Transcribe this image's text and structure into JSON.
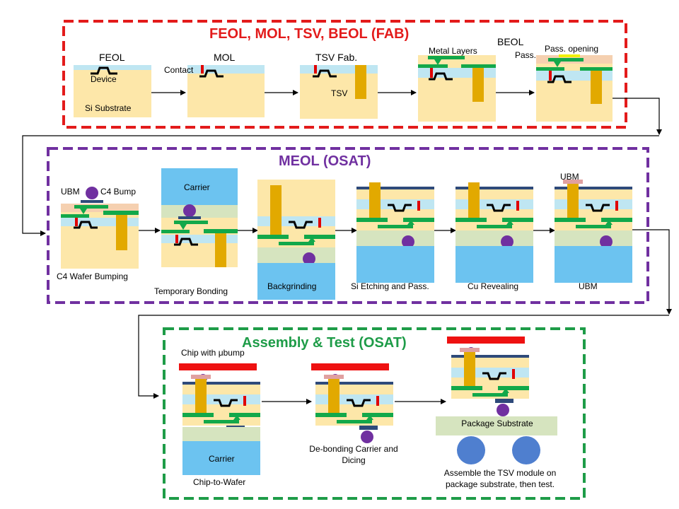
{
  "section_titles": {
    "fab": "FEOL, MOL, TSV, BEOL (FAB)",
    "meol": "MEOL (OSAT)",
    "assembly": "Assembly  & Test (OSAT)"
  },
  "colors": {
    "fab_border": "#e31b1b",
    "meol_border": "#7030a0",
    "assembly_border": "#1e9c48",
    "substrate": "#fde7a9",
    "light_blue": "#bfe6f2",
    "carrier_blue": "#6cc3f0",
    "metal_green": "#12a84a",
    "tsv_gold": "#e2a900",
    "contact_red": "#e00000",
    "bump_purple": "#7030a0",
    "pad_navy": "#2e4a7a",
    "ubm_pink": "#e0a0a0",
    "adhesive_green": "#d6e4bf",
    "pkg_substrate": "#d6e4bf",
    "ball_blue": "#4f7fcf",
    "chip_red": "#ee1111",
    "passivation_yellow": "#f0f000"
  },
  "fab_steps": {
    "feol": {
      "title": "FEOL",
      "device": "Device",
      "substrate": "Si Substrate"
    },
    "mol": {
      "title": "MOL",
      "contact": "Contact"
    },
    "tsv": {
      "title": "TSV Fab.",
      "tsv": "TSV"
    },
    "metal": {
      "title": "Metal Layers"
    },
    "beol": {
      "title": "BEOL",
      "pass": "Pass.",
      "opening": "Pass. opening"
    }
  },
  "meol_steps": {
    "c4": {
      "ubm": "UBM",
      "bump": "C4 Bump",
      "caption": "C4 Wafer Bumping"
    },
    "temp": {
      "carrier": "Carrier",
      "caption": "Temporary Bonding"
    },
    "backgrind": {
      "caption": "Backgrinding"
    },
    "etch": {
      "caption": "Si Etching and Pass."
    },
    "cu": {
      "caption": "Cu Revealing"
    },
    "ubm": {
      "top": "UBM",
      "caption": "UBM"
    }
  },
  "assembly_steps": {
    "c2w": {
      "top": "Chip with μbump",
      "carrier": "Carrier",
      "caption": "Chip-to-Wafer"
    },
    "debond": {
      "caption_line1": "De-bonding Carrier  and",
      "caption_line2": "Dicing"
    },
    "final": {
      "package": "Package Substrate",
      "caption_line1": "Assemble the TSV module on",
      "caption_line2": "package substrate, then test."
    }
  }
}
